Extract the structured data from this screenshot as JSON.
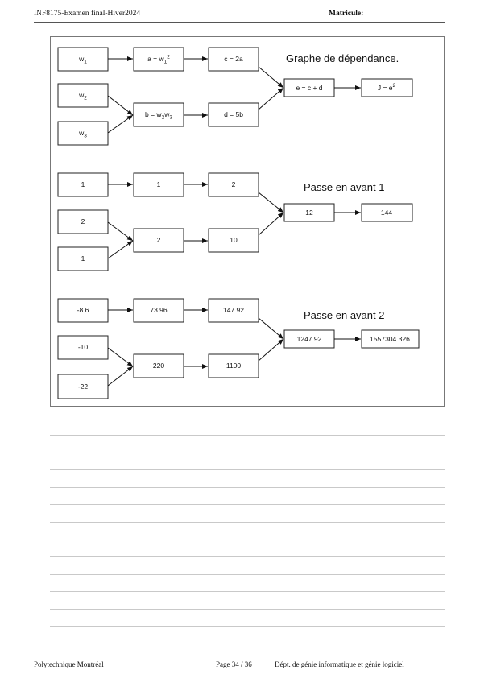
{
  "header": {
    "left": "INF8175-Examen final-Hiver2024",
    "right": "Matricule:"
  },
  "diagrams": [
    {
      "title": "Graphe de dépendance.",
      "w1": [
        "w",
        "1",
        ""
      ],
      "w2": [
        "w",
        "2",
        ""
      ],
      "w3": [
        "w",
        "3",
        ""
      ],
      "a": [
        "a = w",
        "1",
        "2"
      ],
      "b": [
        "b = w",
        "2",
        "w",
        "3"
      ],
      "c": "c = 2a",
      "d": "d = 5b",
      "e": "e = c + d",
      "j": [
        "J = e",
        "2"
      ]
    },
    {
      "title": "Passe en avant 1",
      "w1": "1",
      "w2": "2",
      "w3": "1",
      "a": "1",
      "b": "2",
      "c": "2",
      "d": "10",
      "e": "12",
      "j": "144"
    },
    {
      "title": "Passe en avant 2",
      "w1": "-8.6",
      "w2": "-10",
      "w3": "-22",
      "a": "73.96",
      "b": "220",
      "c": "147.92",
      "d": "1100",
      "e": "1247.92",
      "j": "1557304.326"
    }
  ],
  "answer_lines_count": 12,
  "footer": {
    "left": "Polytechnique Montréal",
    "page": "Page 34 / 36",
    "right": "Dépt. de génie informatique et génie logiciel"
  }
}
